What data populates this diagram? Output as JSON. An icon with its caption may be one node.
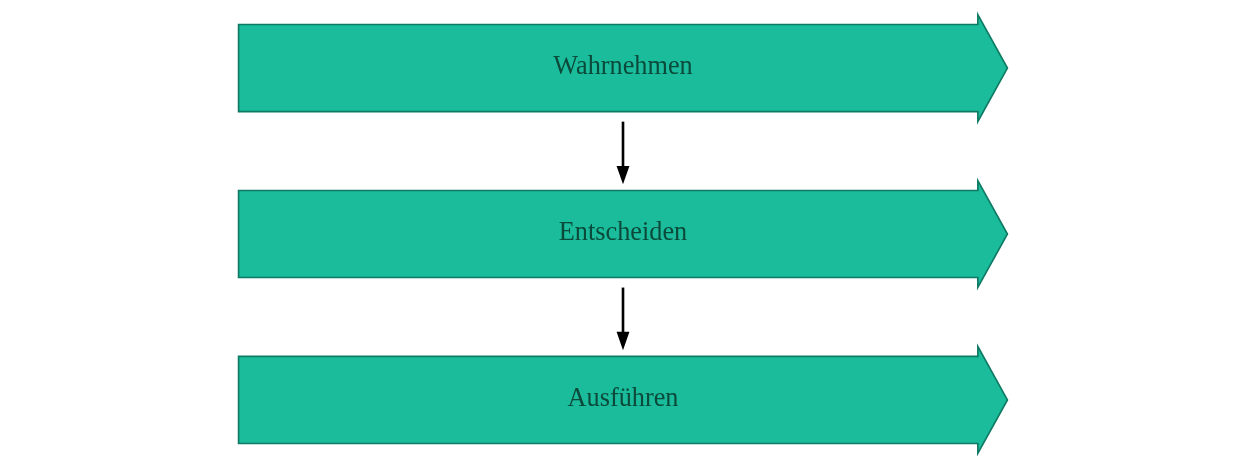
{
  "diagram": {
    "nodes": [
      {
        "text": [
          "Wahrnehmen"
        ]
      },
      {
        "text": [
          "Entscheiden"
        ]
      },
      {
        "text": [
          "Ausführen"
        ]
      }
    ],
    "edges": [
      {
        "from": 0,
        "to": 1,
        "arrow": "to"
      },
      {
        "from": 1,
        "to": 2,
        "arrow": "to"
      }
    ]
  }
}
